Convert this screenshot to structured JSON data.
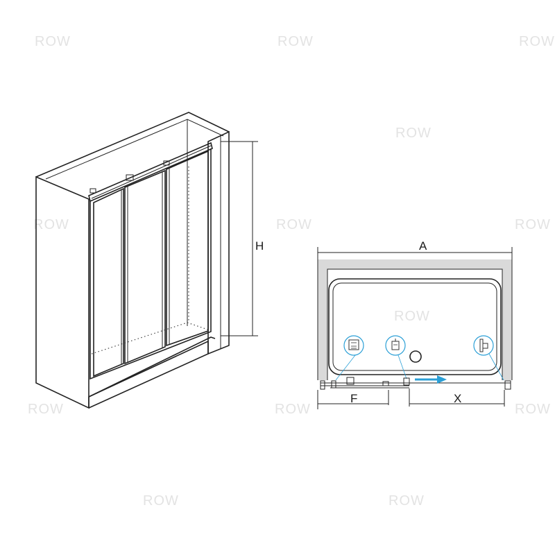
{
  "watermark": {
    "text": "ROW"
  },
  "dimensions": {
    "height_label": "H",
    "width_label": "A",
    "fixed_label": "F",
    "opening_label": "X"
  },
  "icons": [
    "handle-detail-icon",
    "roller-detail-icon",
    "profile-detail-icon"
  ],
  "colors": {
    "line": "#222222",
    "accent_blue": "#2a9fd6",
    "wall_gray": "#d9d9d9"
  }
}
